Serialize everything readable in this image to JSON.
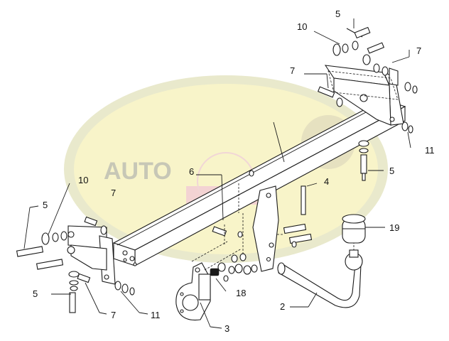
{
  "watermark": {
    "text_left": "AUTO",
    "colors": {
      "ellipse_outer": "#e7e7c8",
      "ellipse_inner": "#f7f3c8",
      "text": "#c9c9b8",
      "red": "#f0cccc"
    }
  },
  "callouts": [
    {
      "id": "c5-top",
      "label": "5"
    },
    {
      "id": "c10-top",
      "label": "10"
    },
    {
      "id": "c7-top-right",
      "label": "7"
    },
    {
      "id": "c7-top-mid",
      "label": "7"
    },
    {
      "id": "c11-right",
      "label": "11"
    },
    {
      "id": "c5-right",
      "label": "5"
    },
    {
      "id": "c6",
      "label": "6"
    },
    {
      "id": "c4",
      "label": "4"
    },
    {
      "id": "c10-left",
      "label": "10"
    },
    {
      "id": "c7-left",
      "label": "7"
    },
    {
      "id": "c5-left",
      "label": "5"
    },
    {
      "id": "c19",
      "label": "19"
    },
    {
      "id": "c5-bottom-left",
      "label": "5"
    },
    {
      "id": "c7-bottom",
      "label": "7"
    },
    {
      "id": "c11-bottom",
      "label": "11"
    },
    {
      "id": "c18",
      "label": "18"
    },
    {
      "id": "c2",
      "label": "2"
    },
    {
      "id": "c3",
      "label": "3"
    }
  ]
}
